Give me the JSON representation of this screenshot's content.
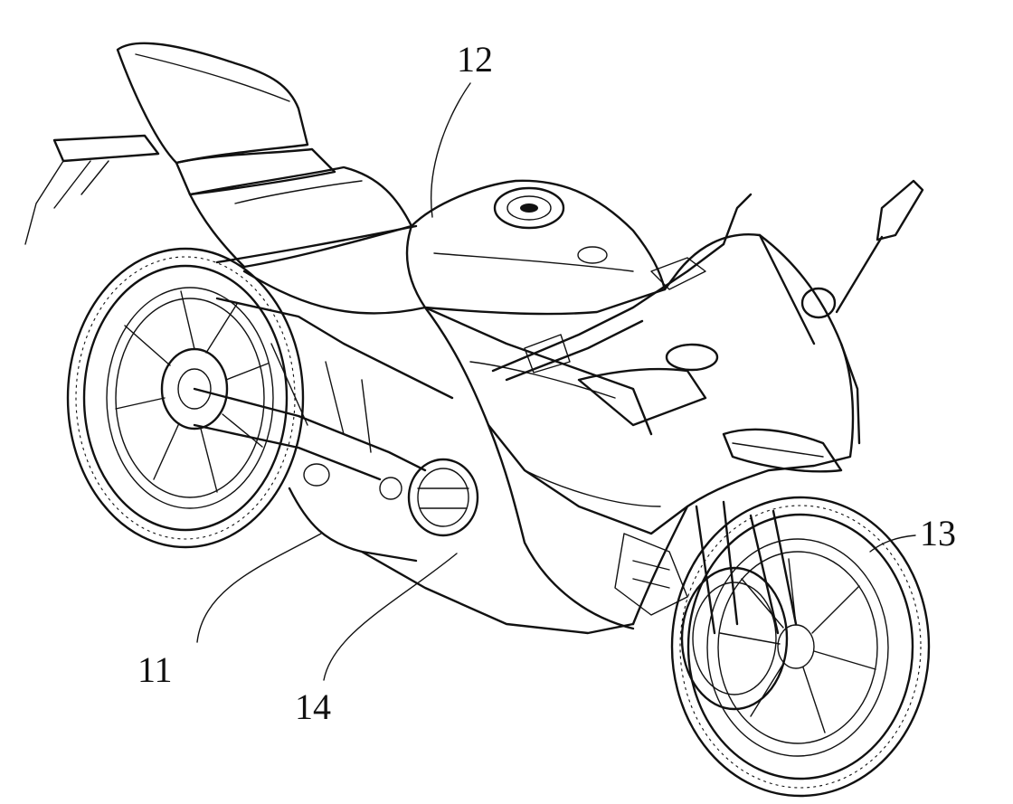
{
  "figure": {
    "reference_labels": [
      {
        "id": "ref-12",
        "text": "12"
      },
      {
        "id": "ref-13",
        "text": "13"
      },
      {
        "id": "ref-11",
        "text": "11"
      },
      {
        "id": "ref-14",
        "text": "14"
      }
    ]
  }
}
